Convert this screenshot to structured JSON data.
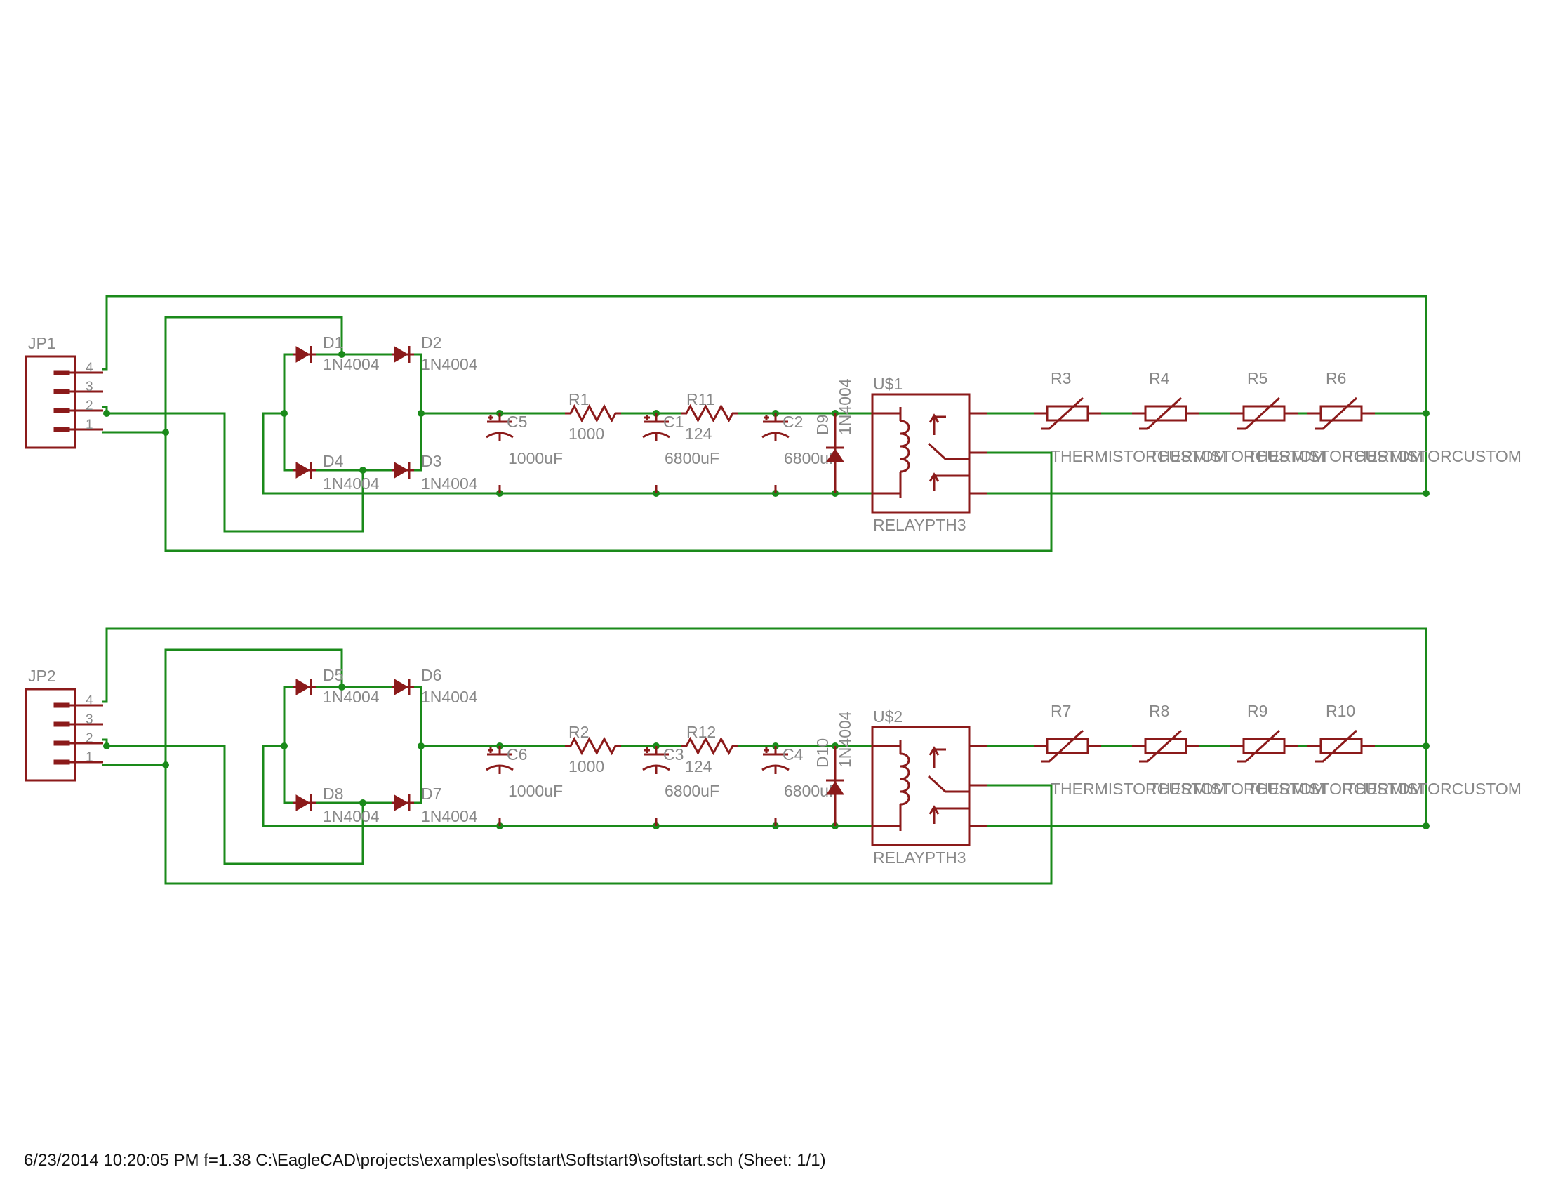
{
  "colors": {
    "wire": "#1a8a1a",
    "symbol": "#8b1a1a",
    "label": "#888888",
    "footer": "#111111"
  },
  "footer": "6/23/2014 10:20:05 PM  f=1.38  C:\\EagleCAD\\projects\\examples\\softstart\\Softstart9\\softstart.sch (Sheet: 1/1)",
  "pins": [
    "4",
    "3",
    "2",
    "1"
  ],
  "stages": [
    {
      "jp": "JP1",
      "diodes": [
        {
          "name": "D1",
          "value": "1N4004"
        },
        {
          "name": "D2",
          "value": "1N4004"
        },
        {
          "name": "D4",
          "value": "1N4004"
        },
        {
          "name": "D3",
          "value": "1N4004"
        }
      ],
      "caps": [
        {
          "name": "C5",
          "value": "1000uF"
        },
        {
          "name": "C1",
          "value": "6800uF"
        },
        {
          "name": "C2",
          "value": "6800uF"
        }
      ],
      "resistors": [
        {
          "name": "R1",
          "value": "1000"
        },
        {
          "name": "R11",
          "value": "124"
        }
      ],
      "flyback": {
        "name": "D9",
        "value": "1N4004"
      },
      "relay": {
        "name": "U$1",
        "value": "RELAYPTH3"
      },
      "thermistors": [
        {
          "name": "R3",
          "value": "THERMISTORCUSTOM"
        },
        {
          "name": "R4",
          "value": "THERMISTORCUSTOM"
        },
        {
          "name": "R5",
          "value": "THERMISTORCUSTOM"
        },
        {
          "name": "R6",
          "value": "THERMISTORCUSTOM"
        }
      ]
    },
    {
      "jp": "JP2",
      "diodes": [
        {
          "name": "D5",
          "value": "1N4004"
        },
        {
          "name": "D6",
          "value": "1N4004"
        },
        {
          "name": "D8",
          "value": "1N4004"
        },
        {
          "name": "D7",
          "value": "1N4004"
        }
      ],
      "caps": [
        {
          "name": "C6",
          "value": "1000uF"
        },
        {
          "name": "C3",
          "value": "6800uF"
        },
        {
          "name": "C4",
          "value": "6800uF"
        }
      ],
      "resistors": [
        {
          "name": "R2",
          "value": "1000"
        },
        {
          "name": "R12",
          "value": "124"
        }
      ],
      "flyback": {
        "name": "D10",
        "value": "1N4004"
      },
      "relay": {
        "name": "U$2",
        "value": "RELAYPTH3"
      },
      "thermistors": [
        {
          "name": "R7",
          "value": "THERMISTORCUSTOM"
        },
        {
          "name": "R8",
          "value": "THERMISTORCUSTOM"
        },
        {
          "name": "R9",
          "value": "THERMISTORCUSTOM"
        },
        {
          "name": "R10",
          "value": "THERMISTORCUSTOM"
        }
      ]
    }
  ]
}
